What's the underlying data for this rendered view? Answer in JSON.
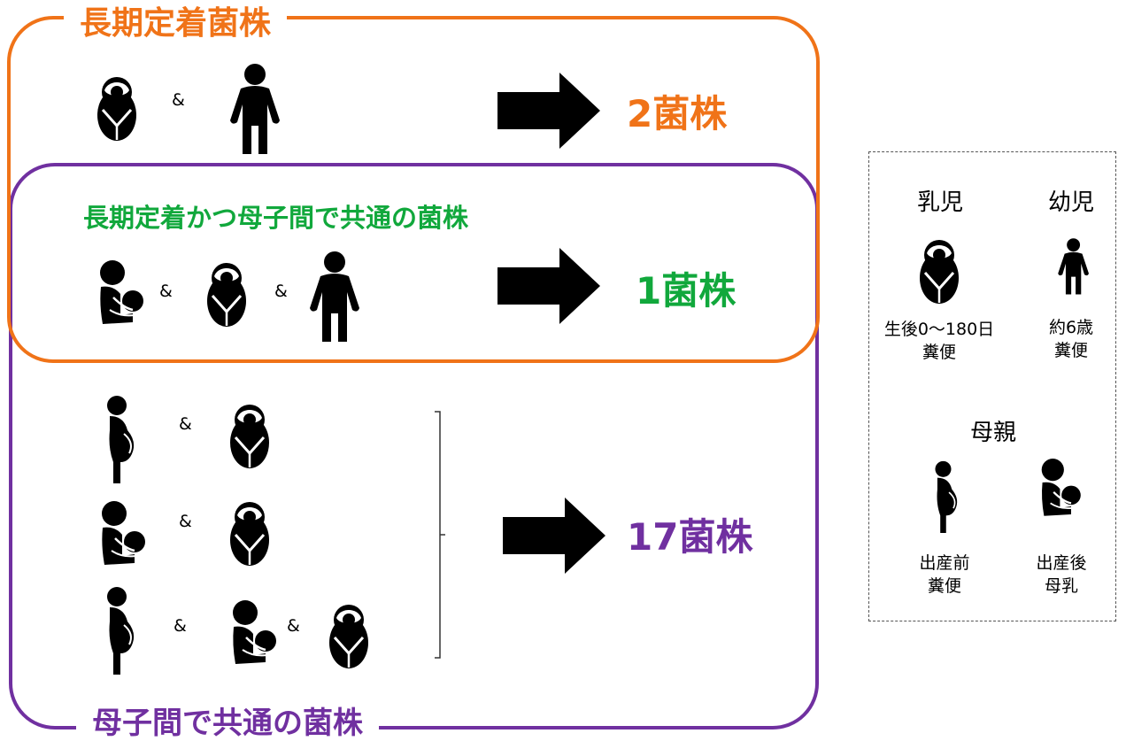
{
  "groups": {
    "long_term": {
      "title": "長期定着菌株",
      "count": "2菌株",
      "color": "#f07318"
    },
    "long_term_shared": {
      "title": "長期定着かつ母子間で共通の菌株",
      "count": "1菌株",
      "color": "#11a83c"
    },
    "shared": {
      "title": "母子間で共通の菌株",
      "count": "17菌株",
      "color": "#7030a0"
    }
  },
  "amp": "&",
  "legend": {
    "infant": {
      "label": "乳児",
      "desc_line1": "生後0～180日",
      "desc_line2": "糞便",
      "icon": "infant-icon"
    },
    "child": {
      "label": "幼児",
      "desc_line1": "約6歳",
      "desc_line2": "糞便",
      "icon": "child-icon"
    },
    "mother": {
      "label": "母親",
      "prenatal": {
        "desc_line1": "出産前",
        "desc_line2": "糞便",
        "icon": "pregnant-mother-icon"
      },
      "postnatal": {
        "desc_line1": "出産後",
        "desc_line2": "母乳",
        "icon": "breastfeeding-mother-icon"
      }
    }
  }
}
